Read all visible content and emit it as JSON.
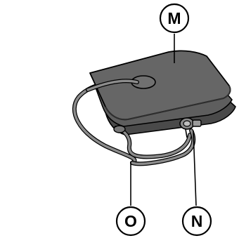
{
  "figure": {
    "labels": {
      "cuff": "M",
      "connector": "N",
      "air_tube": "O"
    },
    "colors": {
      "cuff_fill": "#5a5a5a",
      "cuff_dark": "#3a3a3a",
      "cuff_light": "#7a7a7a",
      "tube": "#8c8c8c",
      "outline": "#000000",
      "background": "#ffffff"
    }
  }
}
